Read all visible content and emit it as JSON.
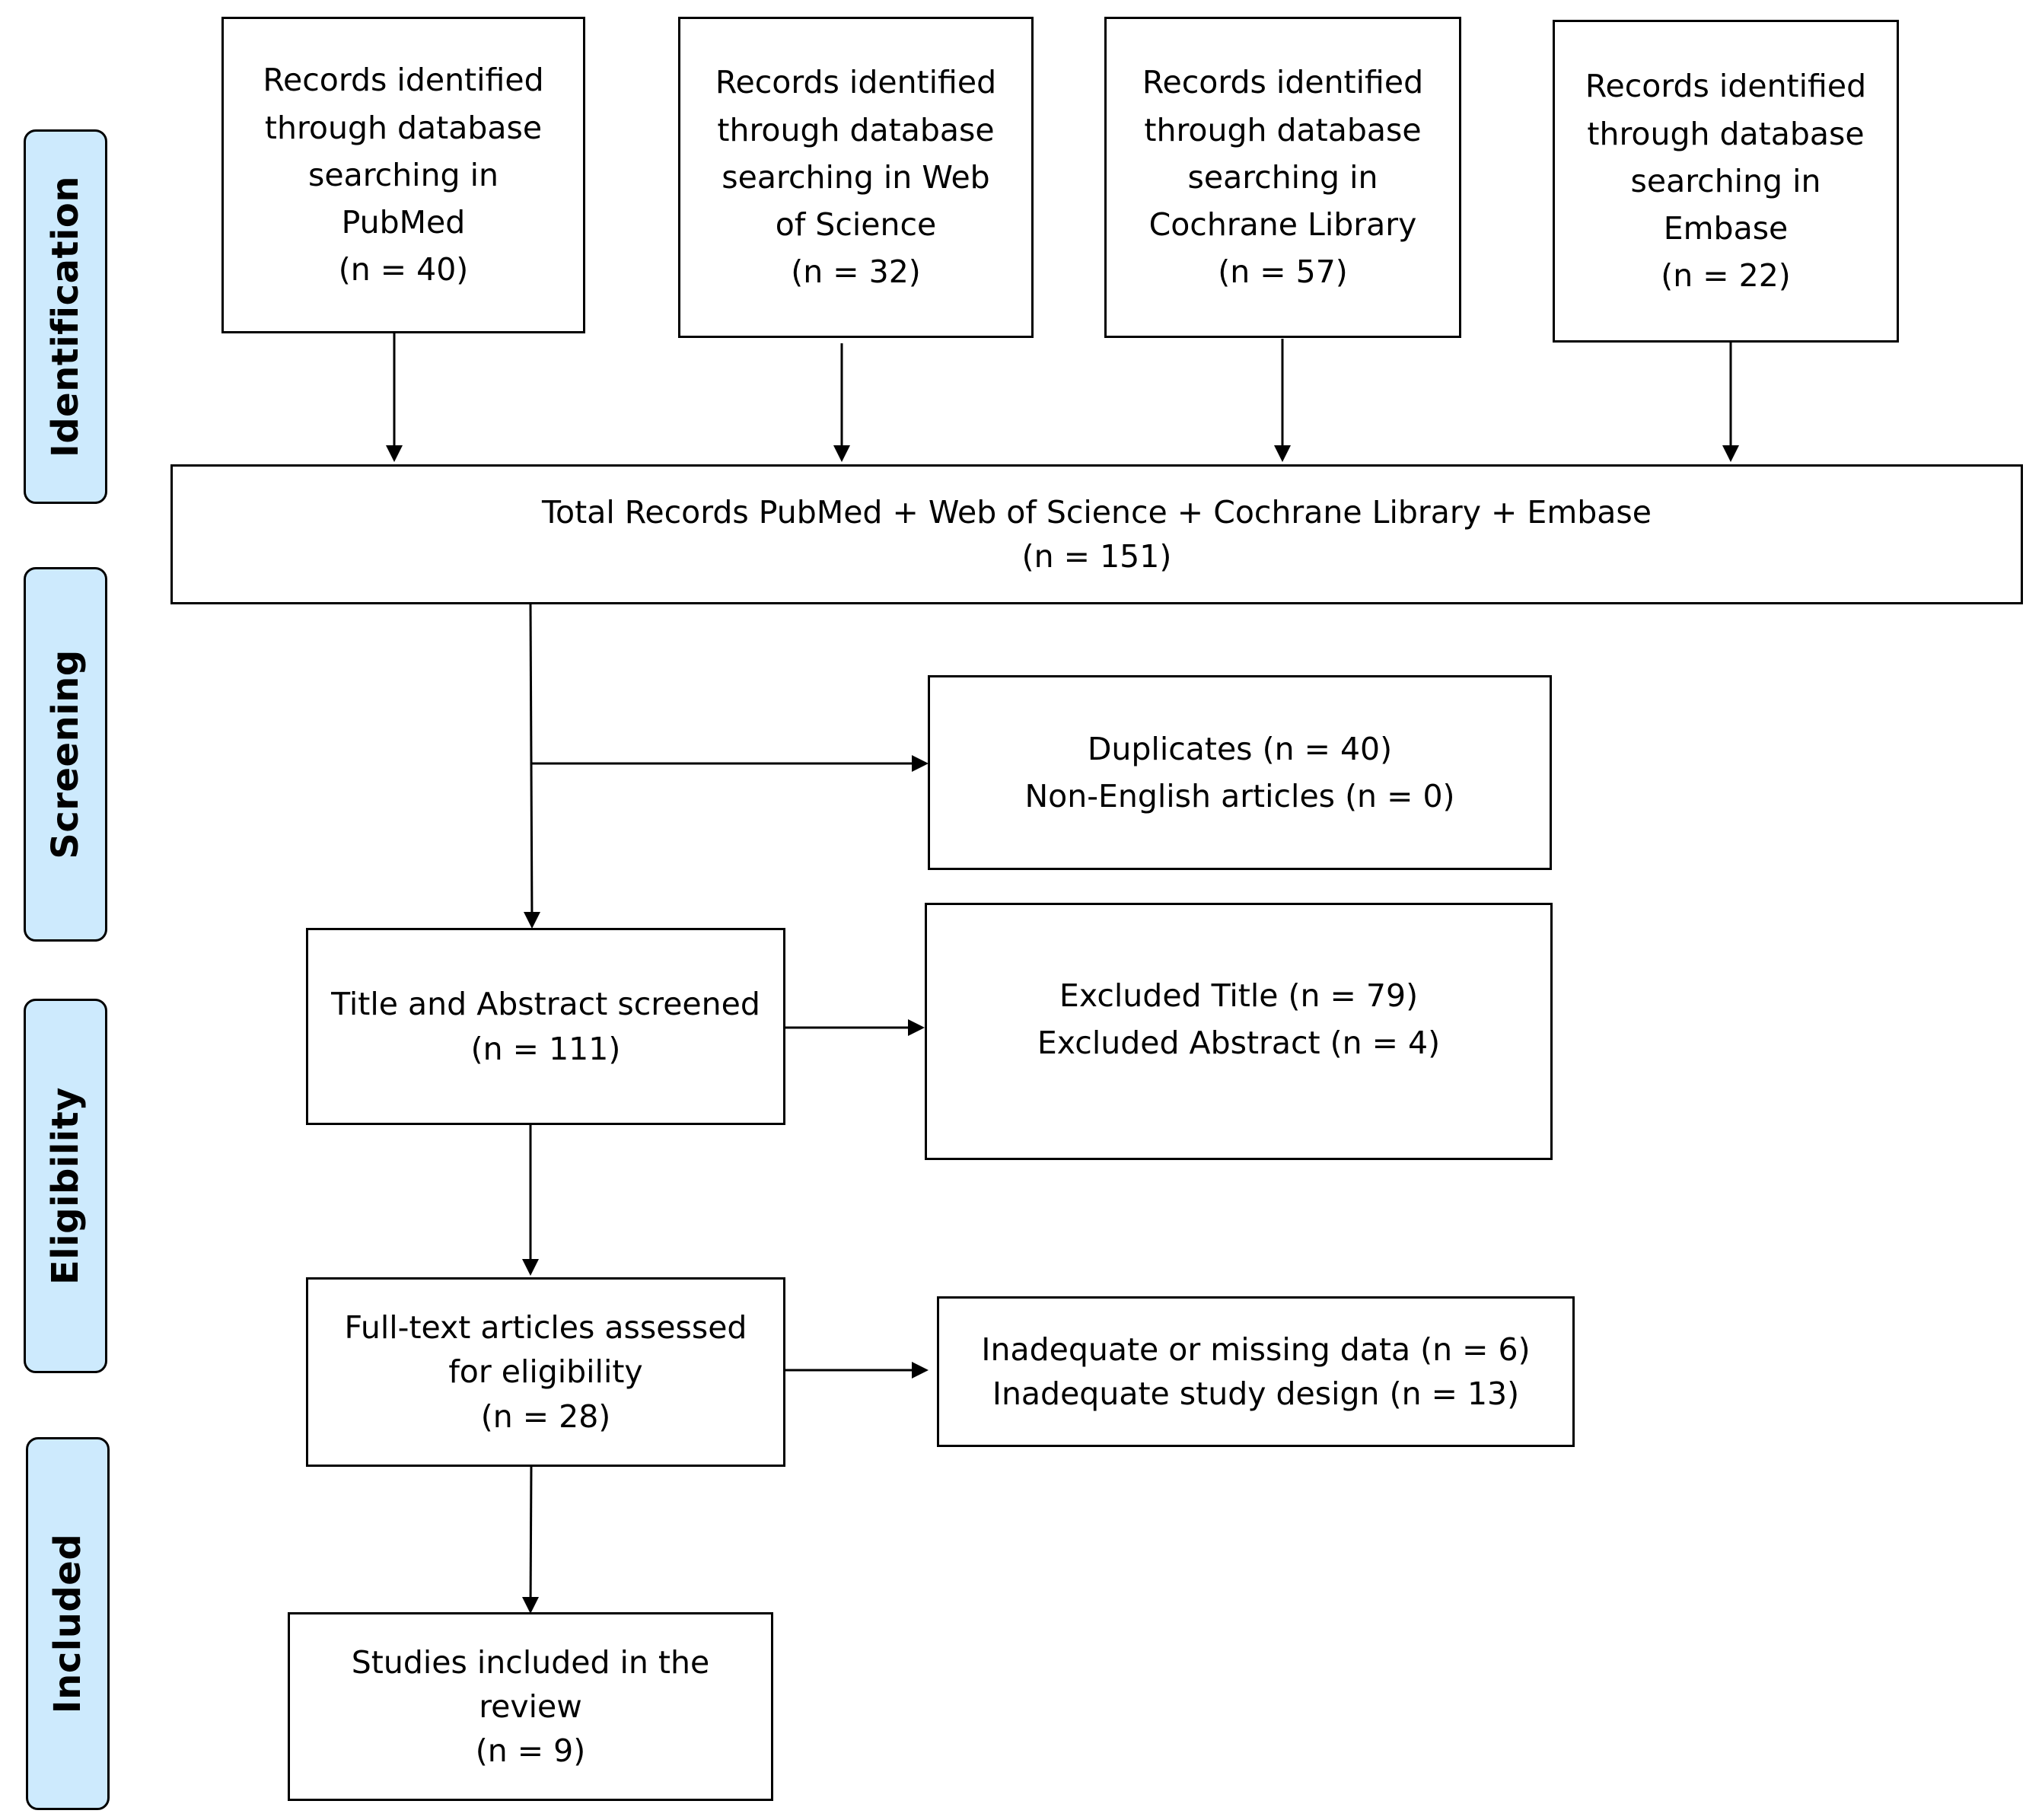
{
  "phases": {
    "identification": "Identification",
    "screening": "Screening",
    "eligibility": "Eligibility",
    "included": "Included"
  },
  "sources": {
    "pubmed": {
      "lines": [
        "Records identified",
        "through database",
        "searching in",
        "PubMed"
      ],
      "count": "(n = 40)"
    },
    "wos": {
      "lines": [
        "Records identified",
        "through database",
        "searching in Web",
        "of Science"
      ],
      "count": "(n = 32)"
    },
    "cochrane": {
      "lines": [
        "Records identified",
        "through database",
        "searching in",
        "Cochrane Library"
      ],
      "count": "(n = 57)"
    },
    "embase": {
      "lines": [
        "Records identified",
        "through database",
        "searching in",
        "Embase"
      ],
      "count": "(n = 22)"
    }
  },
  "total": {
    "label": "Total Records PubMed + Web of Science + Cochrane Library + Embase",
    "count": "(n = 151)"
  },
  "removed": {
    "duplicates": "Duplicates (n = 40)",
    "non_english": "Non-English articles (n = 0)"
  },
  "screened": {
    "label": "Title and Abstract screened",
    "count": "(n = 111)"
  },
  "excluded": {
    "title": "Excluded Title (n = 79)",
    "abstract": "Excluded Abstract (n = 4)"
  },
  "fulltext": {
    "lines": [
      "Full-text articles assessed",
      "for eligibility"
    ],
    "count": "(n = 28)"
  },
  "fulltext_excluded": {
    "missing_data": "Inadequate or missing data (n = 6)",
    "study_design": "Inadequate study design (n = 13)"
  },
  "included": {
    "lines": [
      "Studies included in the",
      "review"
    ],
    "count": "(n = 9)"
  }
}
